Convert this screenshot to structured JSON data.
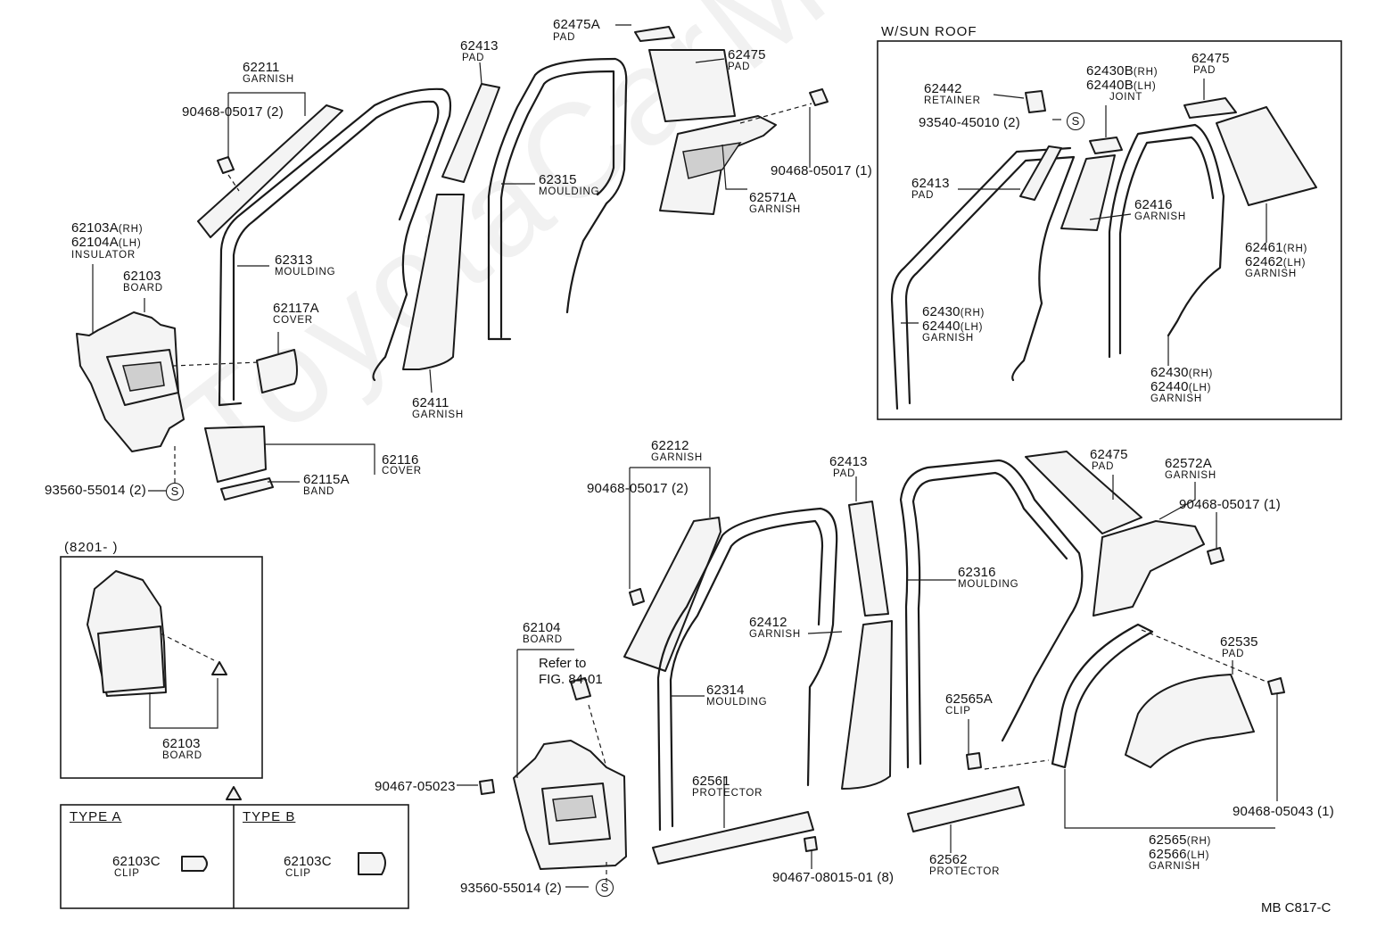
{
  "watermark": "ToyotaCarMine.ru",
  "figure_code": "MB  C817-C",
  "sunroof_header": "W/SUN  ROOF",
  "inset_header": "(8201-        )",
  "type_a": "TYPE  A",
  "type_b": "TYPE  B",
  "s_symbol": "S",
  "parts": {
    "p62475A": {
      "num": "62475A",
      "name": "PAD"
    },
    "p62475_top": {
      "num": "62475",
      "name": "PAD"
    },
    "p62413_top": {
      "num": "62413",
      "name": "PAD"
    },
    "p62211": {
      "num": "62211",
      "name": "GARNISH"
    },
    "p90468_tl": {
      "num": "90468-05017 (2)"
    },
    "p62315": {
      "num": "62315",
      "name": "MOULDING"
    },
    "p90468_tr": {
      "num": "90468-05017 (1)"
    },
    "p62571A": {
      "num": "62571A",
      "name": "GARNISH"
    },
    "p62103A": {
      "num": "62103A",
      "rh": "(RH)",
      "num2": "62104A",
      "lh": "(LH)",
      "name": "INSULATOR"
    },
    "p62103_main": {
      "num": "62103",
      "name": "BOARD"
    },
    "p62313": {
      "num": "62313",
      "name": "MOULDING"
    },
    "p62117A": {
      "num": "62117A",
      "name": "COVER"
    },
    "p62411": {
      "num": "62411",
      "name": "GARNISH"
    },
    "p62116": {
      "num": "62116",
      "name": "COVER"
    },
    "p62115A": {
      "num": "62115A",
      "name": "BAND"
    },
    "p93560_l": {
      "num": "93560-55014 (2)"
    },
    "p62442": {
      "num": "62442",
      "name": "RETAINER"
    },
    "p93540": {
      "num": "93540-45010 (2)"
    },
    "p62430B": {
      "num": "62430B",
      "rh": "(RH)",
      "num2": "62440B",
      "lh": "(LH)",
      "name": "JOINT"
    },
    "p62475_sr": {
      "num": "62475",
      "name": "PAD"
    },
    "p62413_sr": {
      "num": "62413",
      "name": "PAD"
    },
    "p62416": {
      "num": "62416",
      "name": "GARNISH"
    },
    "p62461": {
      "num": "62461",
      "rh": "(RH)",
      "num2": "62462",
      "lh": "(LH)",
      "name": "GARNISH"
    },
    "p62430_a": {
      "num": "62430",
      "rh": "(RH)",
      "num2": "62440",
      "lh": "(LH)",
      "name": "GARNISH"
    },
    "p62430_b": {
      "num": "62430",
      "rh": "(RH)",
      "num2": "62440",
      "lh": "(LH)",
      "name": "GARNISH"
    },
    "p62212": {
      "num": "62212",
      "name": "GARNISH"
    },
    "p90468_bl": {
      "num": "90468-05017 (2)"
    },
    "p62413_bot": {
      "num": "62413",
      "name": "PAD"
    },
    "p62475_bot": {
      "num": "62475",
      "name": "PAD"
    },
    "p62572A": {
      "num": "62572A",
      "name": "GARNISH"
    },
    "p90468_br": {
      "num": "90468-05017 (1)"
    },
    "p62316": {
      "num": "62316",
      "name": "MOULDING"
    },
    "p62104": {
      "num": "62104",
      "name": "BOARD"
    },
    "p_refer": {
      "line1": "Refer to",
      "line2": "FIG. 84-01"
    },
    "p62412": {
      "num": "62412",
      "name": "GARNISH"
    },
    "p62314": {
      "num": "62314",
      "name": "MOULDING"
    },
    "p62535": {
      "num": "62535",
      "name": "PAD"
    },
    "p62565A": {
      "num": "62565A",
      "name": "CLIP"
    },
    "p62103_inset": {
      "num": "62103",
      "name": "BOARD"
    },
    "p90467_05023": {
      "num": "90467-05023"
    },
    "p62561": {
      "num": "62561",
      "name": "PROTECTOR"
    },
    "p90468_05043": {
      "num": "90468-05043 (1)"
    },
    "p62565": {
      "num": "62565",
      "rh": "(RH)",
      "num2": "62566",
      "lh": "(LH)",
      "name": "GARNISH"
    },
    "p62562": {
      "num": "62562",
      "name": "PROTECTOR"
    },
    "p90467_08015": {
      "num": "90467-08015-01 (8)"
    },
    "p93560_b": {
      "num": "93560-55014 (2)"
    },
    "p62103C_a": {
      "num": "62103C",
      "name": "CLIP"
    },
    "p62103C_b": {
      "num": "62103C",
      "name": "CLIP"
    }
  }
}
